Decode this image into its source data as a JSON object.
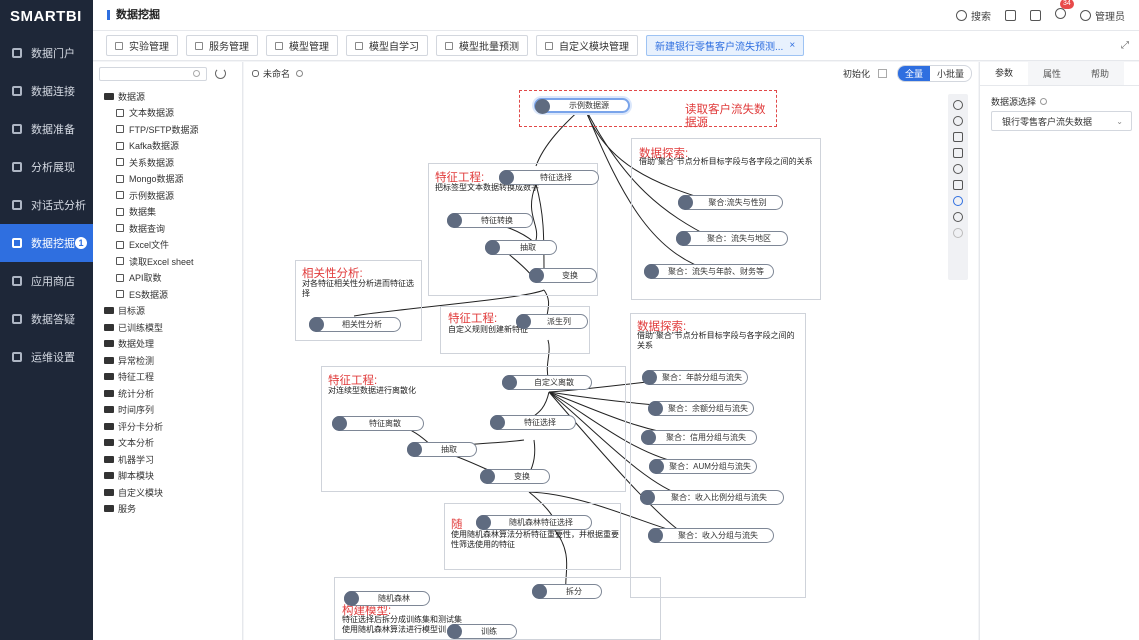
{
  "app": {
    "logo": "SMARTBI",
    "page_title": "数据挖掘"
  },
  "sidebar": {
    "items": [
      {
        "label": "数据门户"
      },
      {
        "label": "数据连接"
      },
      {
        "label": "数据准备"
      },
      {
        "label": "分析展现"
      },
      {
        "label": "对话式分析"
      },
      {
        "label": "数据挖掘",
        "badge": "1",
        "active": true
      },
      {
        "label": "应用商店"
      },
      {
        "label": "数据答疑"
      },
      {
        "label": "运维设置"
      }
    ]
  },
  "topbar": {
    "search": "搜索",
    "notif_count": "34",
    "user": "管理员"
  },
  "tabs": [
    {
      "label": "实验管理"
    },
    {
      "label": "服务管理"
    },
    {
      "label": "模型管理"
    },
    {
      "label": "模型自学习"
    },
    {
      "label": "模型批量预测"
    },
    {
      "label": "自定义模块管理"
    },
    {
      "label": "新建银行零售客户流失预测...",
      "active": true
    }
  ],
  "tree": {
    "root": "数据源",
    "children": [
      "文本数据源",
      "FTP/SFTP数据源",
      "Kafka数据源",
      "关系数据源",
      "Mongo数据源",
      "示例数据源",
      "数据集",
      "数据查询",
      "Excel文件",
      "读取Excel sheet",
      "API取数",
      "ES数据源"
    ],
    "folders": [
      "目标源",
      "已训练模型",
      "数据处理",
      "异常检测",
      "特征工程",
      "统计分析",
      "时间序列",
      "评分卡分析",
      "文本分析",
      "机器学习",
      "脚本模块",
      "自定义模块",
      "服务"
    ]
  },
  "canvas": {
    "name": "未命名",
    "init_label": "初始化",
    "mode_full": "全量",
    "mode_small": "小批量",
    "labels": {
      "read": "读取客户流失数\n据源",
      "explore1_title": "数据探索:",
      "explore1_desc": "借助\"聚合\"节点分析目标字段与各字段之间的关系",
      "feat1_title": "特征工程:",
      "feat1_desc": "把标签型文本数据转换成数字",
      "corr_title": "相关性分析:",
      "corr_desc": "对各特征相关性分析进而特征选择",
      "feat2_title": "特征工程:",
      "feat2_desc": "自定义规则创建新特征",
      "explore2_title": "数据探索:",
      "explore2_desc": "借助\"聚合\"节点分析目标字段与各字段之间的关系",
      "feat3_title": "特征工程:",
      "feat3_desc": "对连续型数据进行离散化",
      "rf_title": "随",
      "rf_desc": "使用随机森林算法分析特征重要性，并根据重要性筛选使用的特征",
      "build_title": "构建模型:",
      "build_desc": "特征选择后拆分成训练集和测试集\n使用随机森林算法进行模型训"
    },
    "nodes": {
      "n_sample": "示例数据源",
      "n_fsel1": "特征选择",
      "n_agg_sex": "聚合:流失与性别",
      "n_fconv": "特征转换",
      "n_sample1": "抽取",
      "n_agg_region": "聚合：流失与地区",
      "n_trans1": "变换",
      "n_agg_age": "聚合：流失与年龄、财务等",
      "n_corr": "相关性分析",
      "n_derive": "派生列",
      "n_custom": "自定义离散",
      "n_agg_agegrp": "聚合：年龄分组与流失",
      "n_agg_bal": "聚合：余额分组与流失",
      "n_feat_disc": "特征离散",
      "n_fsel2": "特征选择",
      "n_agg_credit": "聚合：信用分组与流失",
      "n_sample2": "抽取",
      "n_agg_aum": "聚合：AUM分组与流失",
      "n_trans2": "变换",
      "n_agg_incratio": "聚合：收入比例分组与流失",
      "n_rf_sel": "随机森林特征选择",
      "n_agg_inc": "聚合：收入分组与流失",
      "n_rf": "随机森林",
      "n_split": "拆分",
      "n_train": "训练"
    }
  },
  "right_panel": {
    "tabs": [
      "参数",
      "属性",
      "帮助"
    ],
    "field_label": "数据源选择",
    "field_value": "银行零售客户流失数据"
  }
}
